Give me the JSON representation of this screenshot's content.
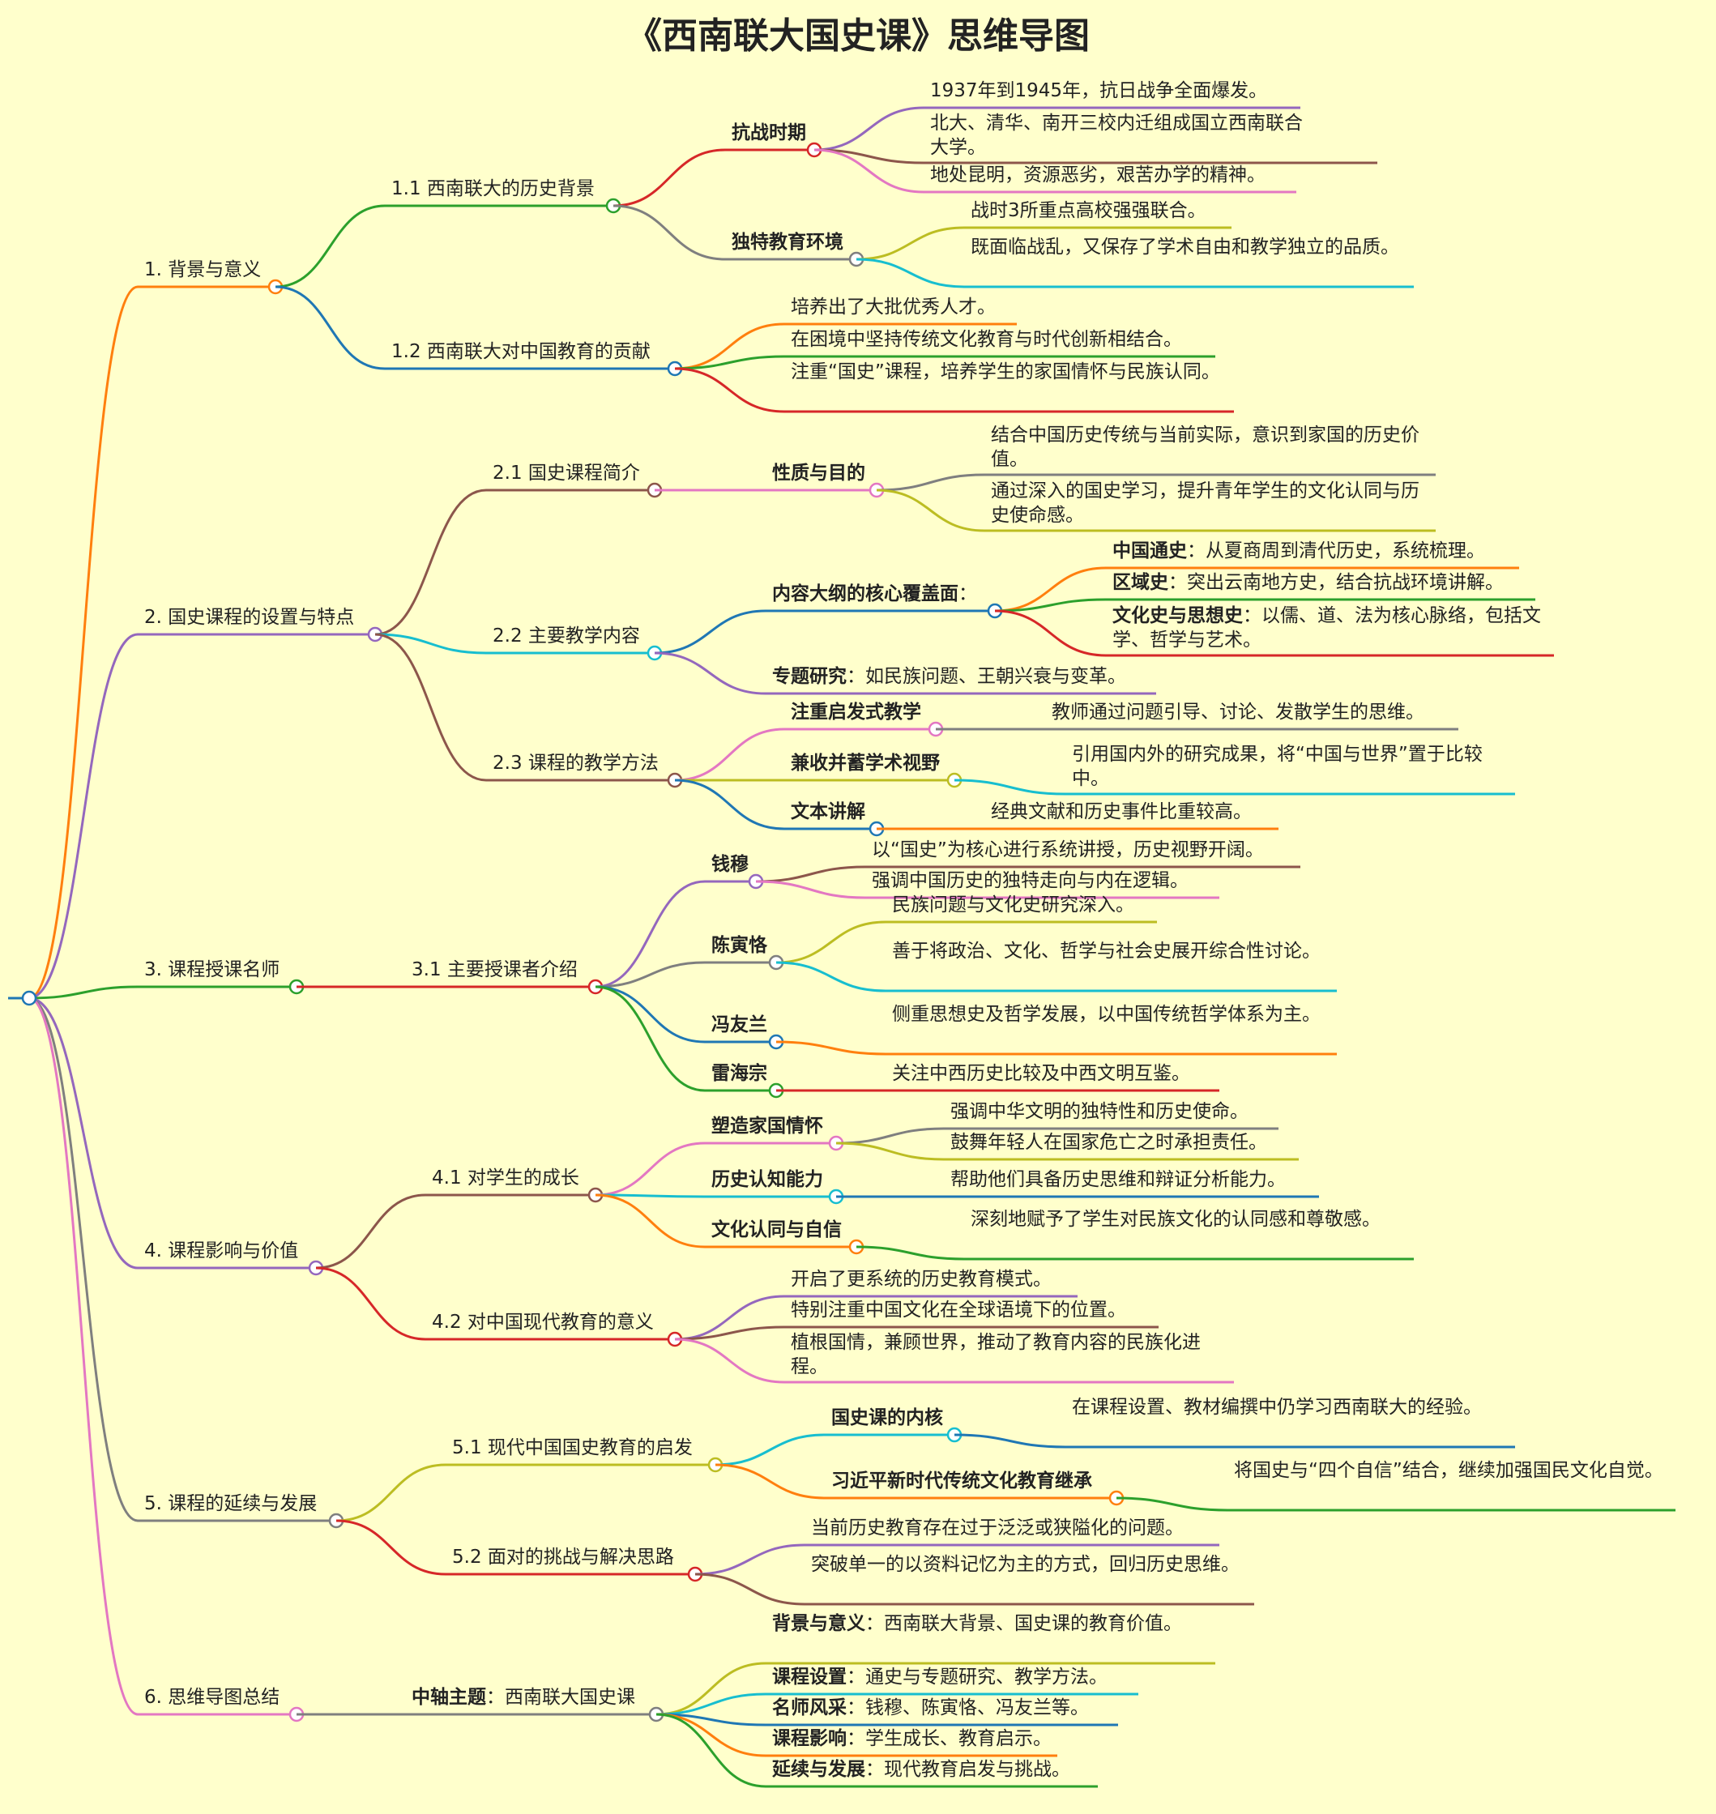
{
  "title": "《西南联大国史课》思维导图",
  "colors": {
    "background": "#ffffcc",
    "orange": "#ff7f0e",
    "blue": "#1f77b4",
    "green": "#2ca02c",
    "red": "#d62728",
    "purple": "#9467bd",
    "brown": "#8c564b",
    "pink": "#e377c2",
    "gray": "#7f7f7f",
    "olive": "#bcbd22",
    "cyan": "#17becf"
  },
  "root": {
    "children": [
      {
        "id": "n1",
        "color": "orange",
        "text": "1. 背景与意义",
        "children": [
          {
            "id": "n11",
            "color": "green",
            "text": "1.1 西南联大的历史背景",
            "children": [
              {
                "id": "n111",
                "color": "red",
                "bold": "抗战时期",
                "children": [
                  {
                    "id": "n1111",
                    "color": "purple",
                    "text": "1937年到1945年，抗日战争全面爆发。"
                  },
                  {
                    "id": "n1112",
                    "color": "brown",
                    "text": "北大、清华、南开三校内迁组成国立西南联合大学。"
                  },
                  {
                    "id": "n1113",
                    "color": "pink",
                    "text": "地处昆明，资源恶劣，艰苦办学的精神。"
                  }
                ]
              },
              {
                "id": "n112",
                "color": "gray",
                "bold": "独特教育环境",
                "children": [
                  {
                    "id": "n1121",
                    "color": "olive",
                    "text": "战时3所重点高校强强联合。"
                  },
                  {
                    "id": "n1122",
                    "color": "cyan",
                    "text": "既面临战乱，又保存了学术自由和教学独立的品质。"
                  }
                ]
              }
            ]
          },
          {
            "id": "n12",
            "color": "blue",
            "text": "1.2 西南联大对中国教育的贡献",
            "children": [
              {
                "id": "n121",
                "color": "orange",
                "text": "培养出了大批优秀人才。"
              },
              {
                "id": "n122",
                "color": "green",
                "text": "在困境中坚持传统文化教育与时代创新相结合。"
              },
              {
                "id": "n123",
                "color": "red",
                "text": "注重“国史”课程，培养学生的家国情怀与民族认同。"
              }
            ]
          }
        ]
      },
      {
        "id": "n2",
        "color": "purple",
        "text": "2. 国史课程的设置与特点",
        "children": [
          {
            "id": "n21",
            "color": "brown",
            "text": "2.1 国史课程简介",
            "children": [
              {
                "id": "n211",
                "color": "pink",
                "bold": "性质与目的",
                "children": [
                  {
                    "id": "n2111",
                    "color": "gray",
                    "text": "结合中国历史传统与当前实际，意识到家国的历史价值。"
                  },
                  {
                    "id": "n2112",
                    "color": "olive",
                    "text": "通过深入的国史学习，提升青年学生的文化认同与历史使命感。"
                  }
                ]
              }
            ]
          },
          {
            "id": "n22",
            "color": "cyan",
            "text": "2.2 主要教学内容",
            "children": [
              {
                "id": "n221",
                "color": "blue",
                "bold": "内容大纲的核心覆盖面",
                "text": "：",
                "children": [
                  {
                    "id": "n2211",
                    "color": "orange",
                    "bold": "中国通史",
                    "text": "：从夏商周到清代历史，系统梳理。"
                  },
                  {
                    "id": "n2212",
                    "color": "green",
                    "bold": "区域史",
                    "text": "：突出云南地方史，结合抗战环境讲解。"
                  },
                  {
                    "id": "n2213",
                    "color": "red",
                    "bold": "文化史与思想史",
                    "text": "：以儒、道、法为核心脉络，包括文学、哲学与艺术。"
                  }
                ]
              },
              {
                "id": "n222",
                "color": "purple",
                "bold": "专题研究",
                "text": "：如民族问题、王朝兴衰与变革。"
              }
            ]
          },
          {
            "id": "n23",
            "color": "brown",
            "text": "2.3 课程的教学方法",
            "children": [
              {
                "id": "n231",
                "color": "pink",
                "bold": "注重启发式教学",
                "children": [
                  {
                    "id": "n2311",
                    "color": "gray",
                    "text": "教师通过问题引导、讨论、发散学生的思维。"
                  }
                ]
              },
              {
                "id": "n232",
                "color": "olive",
                "bold": "兼收并蓄学术视野",
                "children": [
                  {
                    "id": "n2321",
                    "color": "cyan",
                    "text": "引用国内外的研究成果，将“中国与世界”置于比较中。"
                  }
                ]
              },
              {
                "id": "n233",
                "color": "blue",
                "bold": "文本讲解",
                "children": [
                  {
                    "id": "n2331",
                    "color": "orange",
                    "text": "经典文献和历史事件比重较高。"
                  }
                ]
              }
            ]
          }
        ]
      },
      {
        "id": "n3",
        "color": "green",
        "text": "3. 课程授课名师",
        "children": [
          {
            "id": "n31",
            "color": "red",
            "text": "3.1 主要授课者介绍",
            "children": [
              {
                "id": "n311",
                "color": "purple",
                "bold": "钱穆",
                "children": [
                  {
                    "id": "n3111",
                    "color": "brown",
                    "text": "以“国史”为核心进行系统讲授，历史视野开阔。"
                  },
                  {
                    "id": "n3112",
                    "color": "pink",
                    "text": "强调中国历史的独特走向与内在逻辑。"
                  }
                ]
              },
              {
                "id": "n312",
                "color": "gray",
                "bold": "陈寅恪",
                "children": [
                  {
                    "id": "n3121",
                    "color": "olive",
                    "text": "民族问题与文化史研究深入。"
                  },
                  {
                    "id": "n3122",
                    "color": "cyan",
                    "text": "善于将政治、文化、哲学与社会史展开综合性讨论。"
                  }
                ]
              },
              {
                "id": "n313",
                "color": "blue",
                "bold": "冯友兰",
                "children": [
                  {
                    "id": "n3131",
                    "color": "orange",
                    "text": "侧重思想史及哲学发展，以中国传统哲学体系为主。"
                  }
                ]
              },
              {
                "id": "n314",
                "color": "green",
                "bold": "雷海宗",
                "children": [
                  {
                    "id": "n3141",
                    "color": "red",
                    "text": "关注中西历史比较及中西文明互鉴。"
                  }
                ]
              }
            ]
          }
        ]
      },
      {
        "id": "n4",
        "color": "purple",
        "text": "4. 课程影响与价值",
        "children": [
          {
            "id": "n41",
            "color": "brown",
            "text": "4.1 对学生的成长",
            "children": [
              {
                "id": "n411",
                "color": "pink",
                "bold": "塑造家国情怀",
                "children": [
                  {
                    "id": "n4111",
                    "color": "gray",
                    "text": "强调中华文明的独特性和历史使命。"
                  },
                  {
                    "id": "n4112",
                    "color": "olive",
                    "text": "鼓舞年轻人在国家危亡之时承担责任。"
                  }
                ]
              },
              {
                "id": "n412",
                "color": "cyan",
                "bold": "历史认知能力",
                "children": [
                  {
                    "id": "n4121",
                    "color": "blue",
                    "text": "帮助他们具备历史思维和辩证分析能力。"
                  }
                ]
              },
              {
                "id": "n413",
                "color": "orange",
                "bold": "文化认同与自信",
                "children": [
                  {
                    "id": "n4131",
                    "color": "green",
                    "text": "深刻地赋予了学生对民族文化的认同感和尊敬感。"
                  }
                ]
              }
            ]
          },
          {
            "id": "n42",
            "color": "red",
            "text": "4.2 对中国现代教育的意义",
            "children": [
              {
                "id": "n421",
                "color": "purple",
                "text": "开启了更系统的历史教育模式。"
              },
              {
                "id": "n422",
                "color": "brown",
                "text": "特别注重中国文化在全球语境下的位置。"
              },
              {
                "id": "n423",
                "color": "pink",
                "text": "植根国情，兼顾世界，推动了教育内容的民族化进程。"
              }
            ]
          }
        ]
      },
      {
        "id": "n5",
        "color": "gray",
        "text": "5. 课程的延续与发展",
        "children": [
          {
            "id": "n51",
            "color": "olive",
            "text": "5.1 现代中国国史教育的启发",
            "children": [
              {
                "id": "n511",
                "color": "cyan",
                "bold": "国史课的内核",
                "children": [
                  {
                    "id": "n5111",
                    "color": "blue",
                    "text": "在课程设置、教材编撰中仍学习西南联大的经验。"
                  }
                ]
              },
              {
                "id": "n512",
                "color": "orange",
                "bold": "习近平新时代传统文化教育继承",
                "children": [
                  {
                    "id": "n5121",
                    "color": "green",
                    "text": "将国史与“四个自信”结合，继续加强国民文化自觉。"
                  }
                ]
              }
            ]
          },
          {
            "id": "n52",
            "color": "red",
            "text": "5.2 面对的挑战与解决思路",
            "children": [
              {
                "id": "n521",
                "color": "purple",
                "text": "当前历史教育存在过于泛泛或狭隘化的问题。"
              },
              {
                "id": "n522",
                "color": "brown",
                "text": "突破单一的以资料记忆为主的方式，回归历史思维。"
              }
            ]
          }
        ]
      },
      {
        "id": "n6",
        "color": "pink",
        "text": "6. 思维导图总结",
        "children": [
          {
            "id": "n61",
            "color": "gray",
            "bold": "中轴主题",
            "text": "：西南联大国史课",
            "children": [
              {
                "id": "n611",
                "color": "olive",
                "bold": "背景与意义",
                "text": "：西南联大背景、国史课的教育价值。"
              },
              {
                "id": "n612",
                "color": "cyan",
                "bold": "课程设置",
                "text": "：通史与专题研究、教学方法。"
              },
              {
                "id": "n613",
                "color": "blue",
                "bold": "名师风采",
                "text": "：钱穆、陈寅恪、冯友兰等。"
              },
              {
                "id": "n614",
                "color": "orange",
                "bold": "课程影响",
                "text": "：学生成长、教育启示。"
              },
              {
                "id": "n615",
                "color": "green",
                "bold": "延续与发展",
                "text": "：现代教育启发与挑战。"
              }
            ]
          }
        ]
      }
    ]
  }
}
